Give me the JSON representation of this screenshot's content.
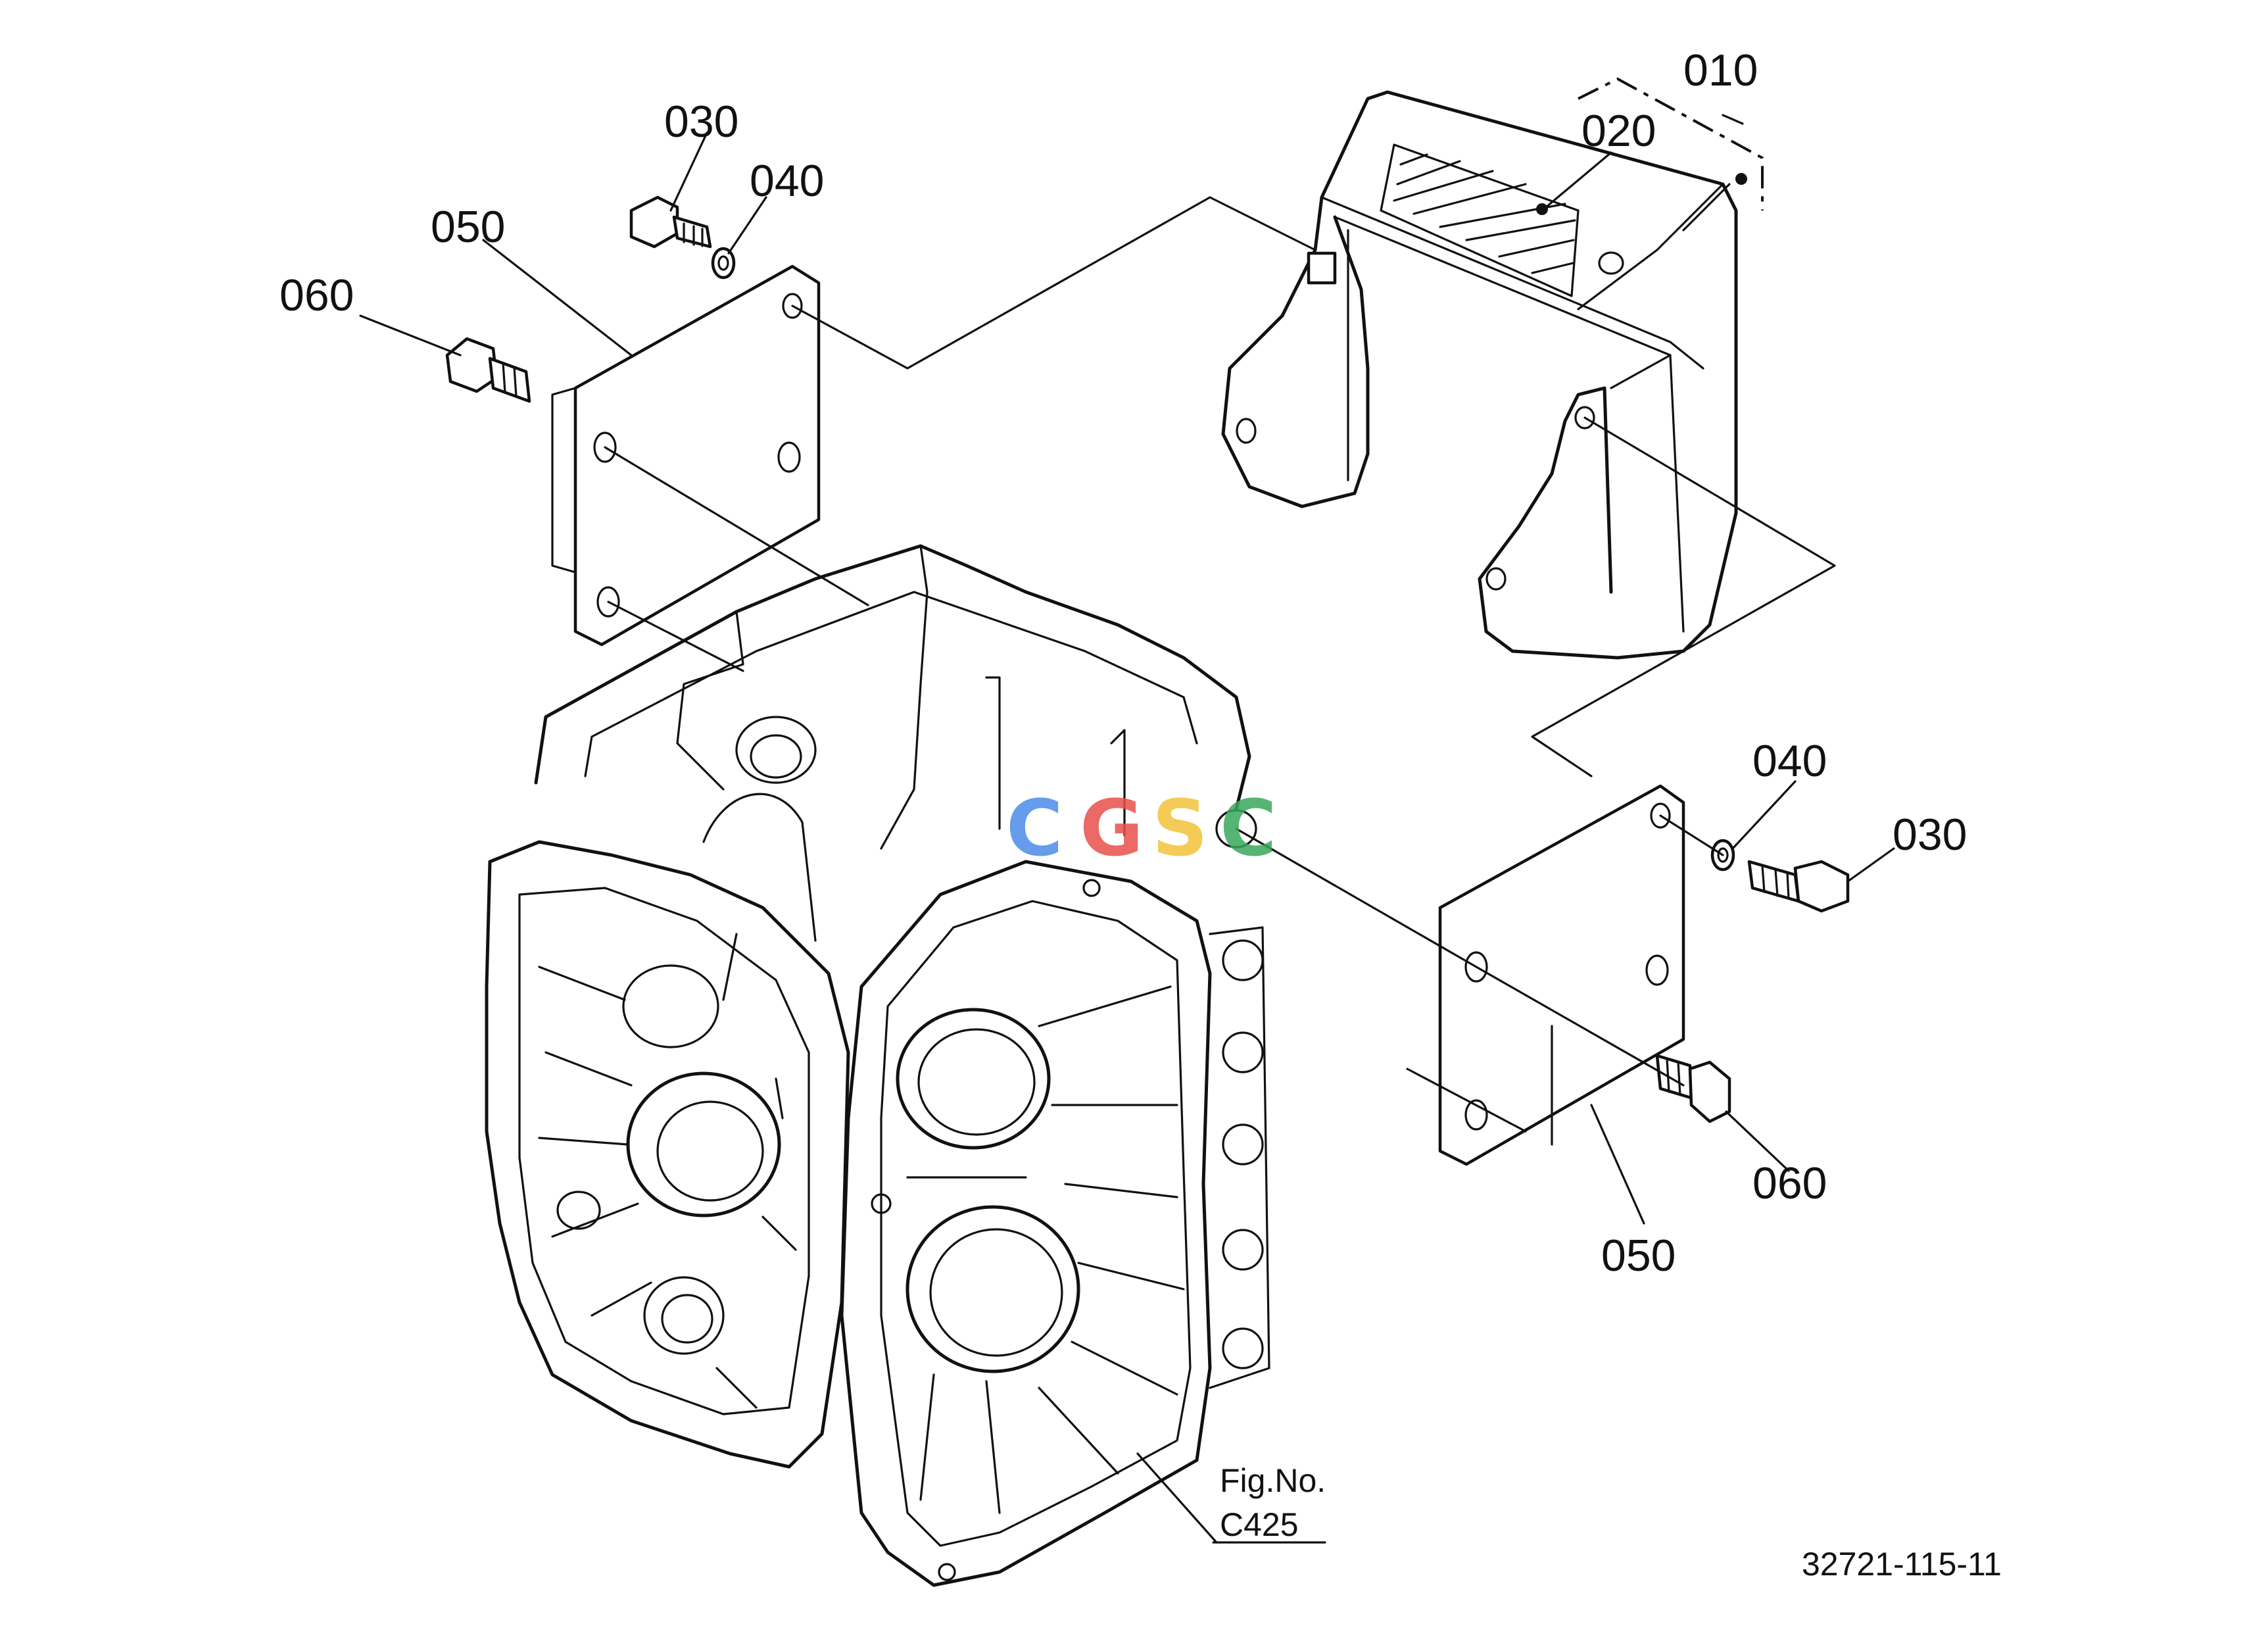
{
  "callouts": [
    {
      "id": "c010",
      "text": "010"
    },
    {
      "id": "c020",
      "text": "020"
    },
    {
      "id": "c030a",
      "text": "030"
    },
    {
      "id": "c040a",
      "text": "040"
    },
    {
      "id": "c050a",
      "text": "050"
    },
    {
      "id": "c060a",
      "text": "060"
    },
    {
      "id": "c040b",
      "text": "040"
    },
    {
      "id": "c030b",
      "text": "030"
    },
    {
      "id": "c060b",
      "text": "060"
    },
    {
      "id": "c050b",
      "text": "050"
    }
  ],
  "figure": {
    "line1": "Fig.No.",
    "line2": "C425"
  },
  "drawing_number": "32721-115-11",
  "watermark": {
    "letters": [
      "C",
      "G",
      "S",
      "C"
    ],
    "colors": [
      "#4a8be8",
      "#e8504a",
      "#f2c23a",
      "#3aa85c"
    ]
  }
}
